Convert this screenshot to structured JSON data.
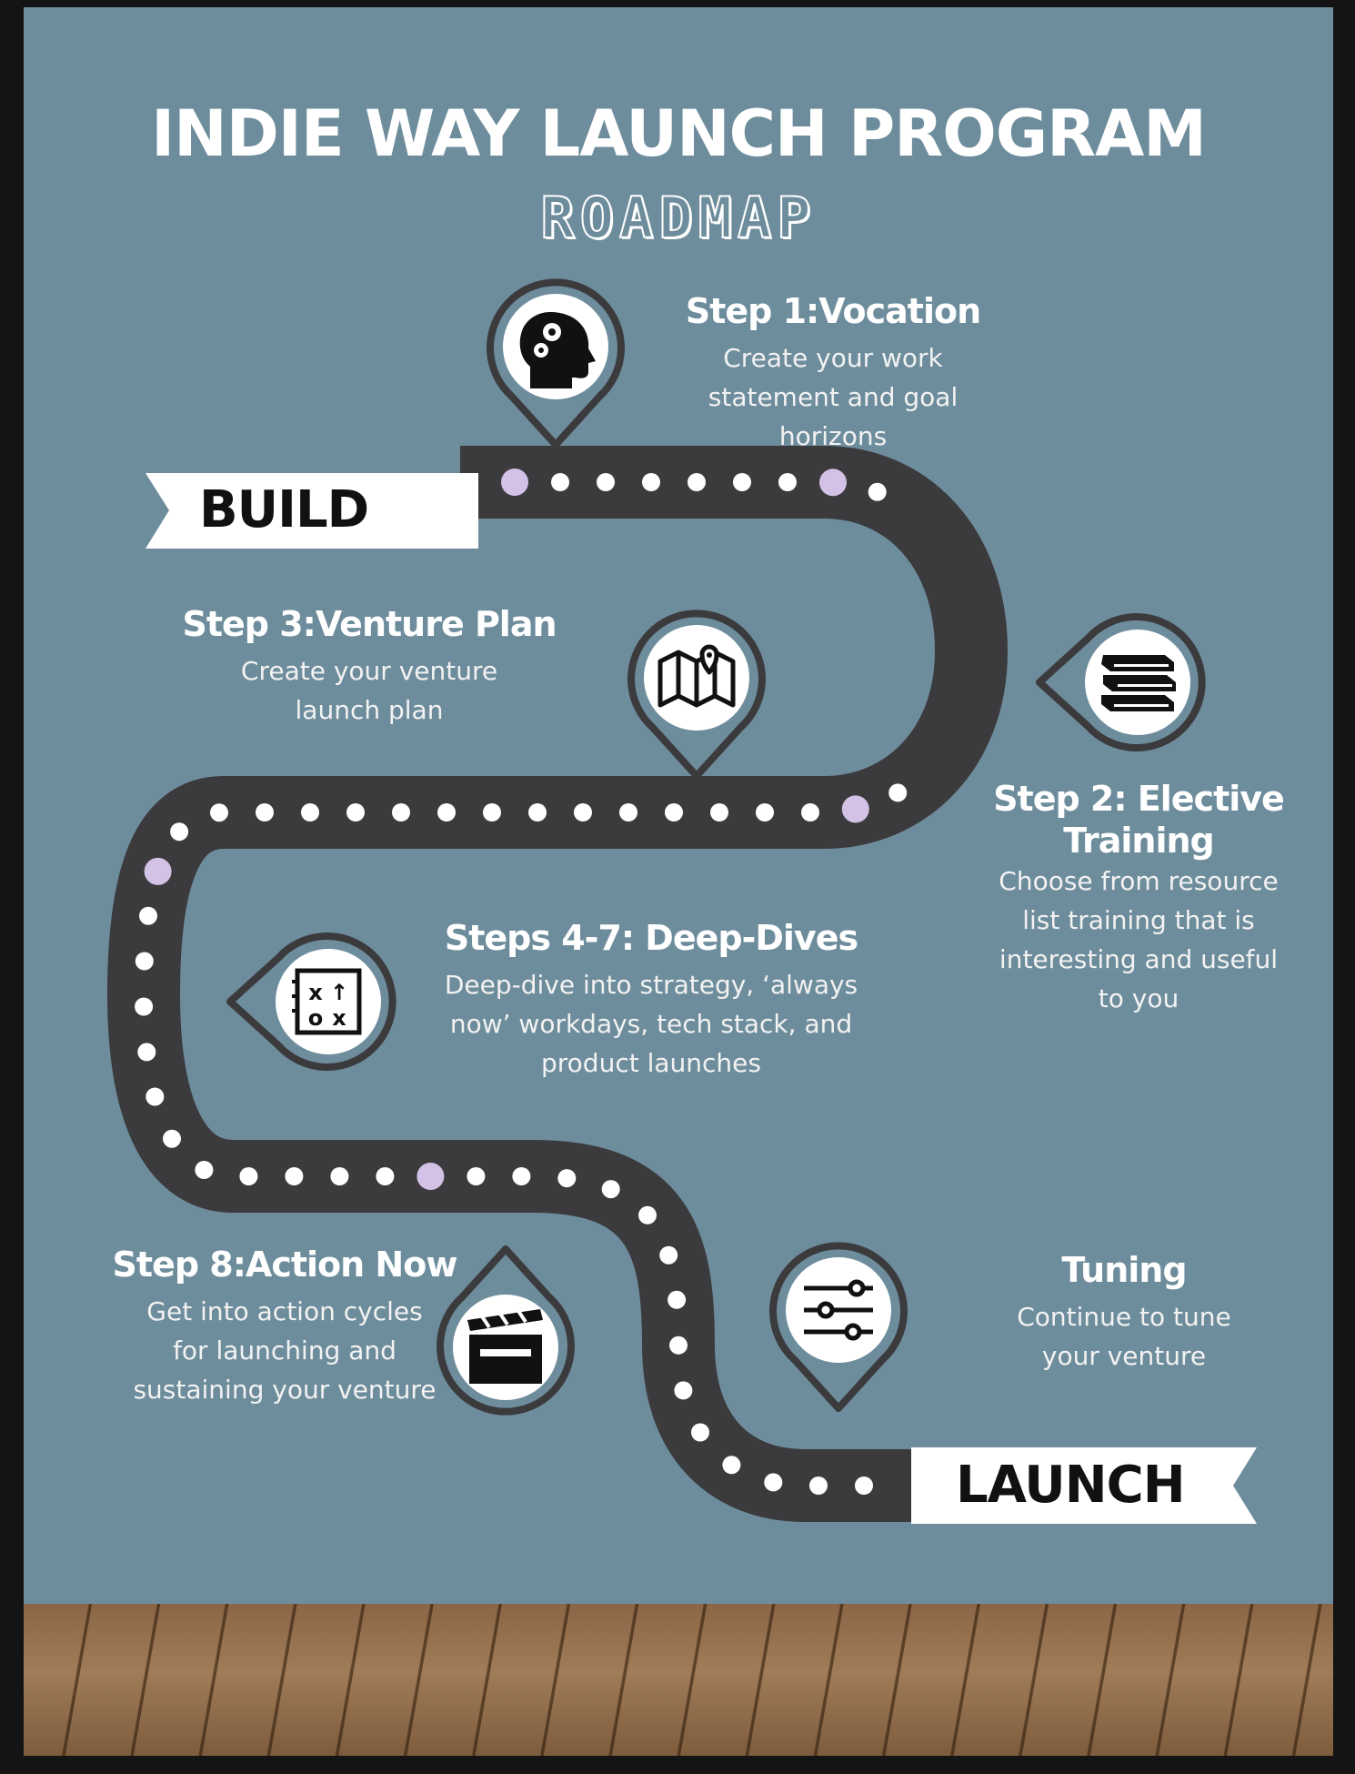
{
  "title": "INDIE WAY LAUNCH PROGRAM",
  "subtitle": "ROADMAP",
  "banners": {
    "start": "BUILD",
    "end": "LAUNCH"
  },
  "steps": [
    {
      "title": "Step 1:Vocation",
      "description": [
        "Create your work",
        "statement and goal",
        "horizons"
      ],
      "icon": "head-gears-icon"
    },
    {
      "title": "Step 2: Elective",
      "title_line2": "Training",
      "description": [
        "Choose from resource",
        "list training that is",
        "interesting and useful",
        "to you"
      ],
      "icon": "books-icon"
    },
    {
      "title": "Step 3:Venture Plan",
      "description": [
        "Create your venture",
        "launch plan"
      ],
      "icon": "map-pin-icon"
    },
    {
      "title": "Steps 4-7: Deep-Dives",
      "description": [
        "Deep-dive into strategy, ‘always",
        "now’ workdays, tech stack, and",
        "product launches"
      ],
      "icon": "strategy-board-icon"
    },
    {
      "title": "Step 8:Action Now",
      "description": [
        "Get into action cycles",
        "for launching and",
        "sustaining your venture"
      ],
      "icon": "clapperboard-icon"
    },
    {
      "title": "Tuning",
      "description": [
        "Continue to tune",
        "your venture"
      ],
      "icon": "sliders-icon"
    }
  ],
  "colors": {
    "background": "#6e8d9c",
    "road": "#3b3a3d",
    "road_dot": "#ffffff",
    "milestone_dot": "#d3c2e6",
    "banner": "#ffffff",
    "pin_outline": "#3b3a3d",
    "pin_fill": "#ffffff",
    "icon": "#111111"
  }
}
